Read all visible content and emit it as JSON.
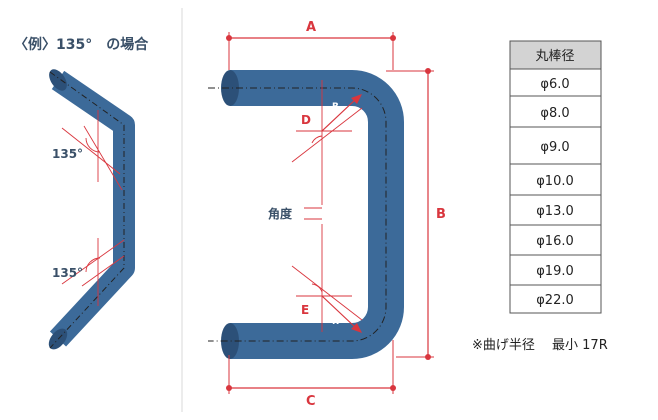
{
  "example": {
    "title": "〈例〉135°　の場合",
    "angle_upper": "135°",
    "angle_lower": "135°"
  },
  "dimensions": {
    "a": "A",
    "b": "B",
    "c": "C",
    "d": "D",
    "e": "E",
    "r_upper": "R",
    "r_lower": "R",
    "angle": "角度"
  },
  "table": {
    "header": "丸棒径",
    "rows": [
      "φ6.0",
      "φ8.0",
      "φ9.0",
      "φ10.0",
      "φ13.0",
      "φ16.0",
      "φ19.0",
      "φ22.0"
    ]
  },
  "note": "※曲げ半径　 最小 17R",
  "colors": {
    "rod": "#3c6a99",
    "rod_dark": "#2c5078",
    "dimension": "#d9363e",
    "header_bg": "#d3d3d3"
  }
}
